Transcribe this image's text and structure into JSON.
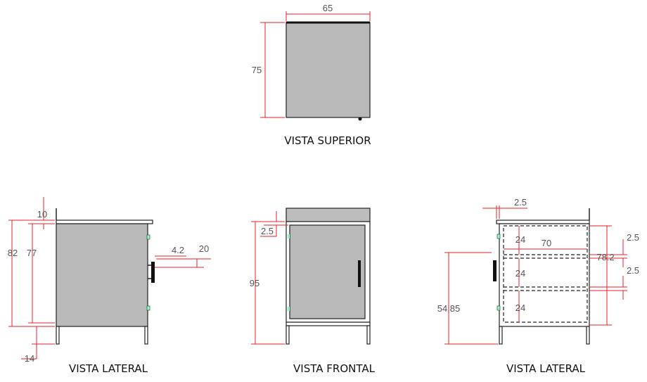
{
  "views": {
    "top": {
      "title": "VISTA SUPERIOR",
      "width": "65",
      "depth": "75"
    },
    "side_left": {
      "title": "VISTA LATERAL",
      "top_thickness": "10",
      "total_height": "82",
      "body_height": "77",
      "handle_offset": "4.2",
      "handle_length": "20",
      "leg_height": "14"
    },
    "front": {
      "title": "VISTA FRONTAL",
      "gap": "2.5",
      "height": "95"
    },
    "side_right": {
      "title": "VISTA LATERAL",
      "top_gap": "2.5",
      "shelf_1": "24",
      "shelf_2": "24",
      "shelf_3": "24",
      "inner_width": "70",
      "shelf_thick_1": "2.5",
      "shelf_thick_2": "2.5",
      "inner_height": "78.2",
      "handle_height": "54.85"
    }
  },
  "colors": {
    "dimension_line": "#e8202a",
    "panel_fill": "#b9b9b9",
    "outline": "#222222"
  }
}
